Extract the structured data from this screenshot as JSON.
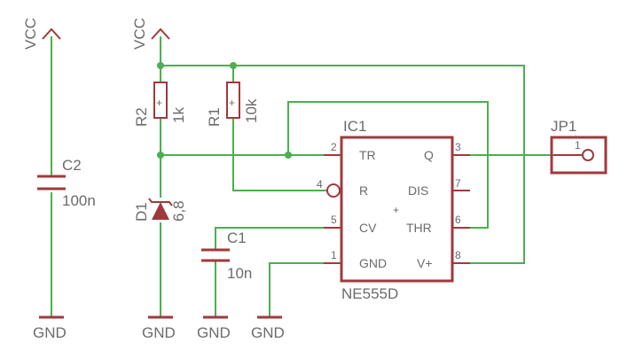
{
  "power": {
    "vcc_left": "VCC",
    "vcc_right": "VCC",
    "gnd_1": "GND",
    "gnd_2": "GND",
    "gnd_3": "GND",
    "gnd_4": "GND"
  },
  "components": {
    "c2": {
      "name": "C2",
      "value": "100n"
    },
    "c1": {
      "name": "C1",
      "value": "10n"
    },
    "r2": {
      "name": "R2",
      "value": "1k"
    },
    "r1": {
      "name": "R1",
      "value": "10k"
    },
    "d1": {
      "name": "D1",
      "value": "6,8"
    },
    "ic1": {
      "name": "IC1",
      "part": "NE555D",
      "pins": {
        "tr": {
          "num": "2",
          "label": "TR"
        },
        "r": {
          "num": "4",
          "label": "R"
        },
        "cv": {
          "num": "5",
          "label": "CV"
        },
        "gnd": {
          "num": "1",
          "label": "GND"
        },
        "q": {
          "num": "3",
          "label": "Q"
        },
        "dis": {
          "num": "7",
          "label": "DIS"
        },
        "thr": {
          "num": "6",
          "label": "THR"
        },
        "vp": {
          "num": "8",
          "label": "V+"
        }
      }
    },
    "jp1": {
      "name": "JP1",
      "pin": "1"
    }
  },
  "colors": {
    "wire": "#4caf50",
    "symbol": "#a0393c",
    "text": "#6b6b6b",
    "background": "#ffffff"
  }
}
